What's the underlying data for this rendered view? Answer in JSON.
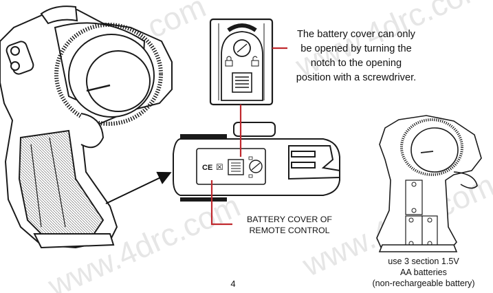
{
  "watermark": "www.4drc.com",
  "note": {
    "line1": "The battery cover can only",
    "line2": "be opened by turning the",
    "line3": "notch to the opening",
    "line4": "position with a screwdriver."
  },
  "cover_caption": {
    "line1": "BATTERY COVER OF",
    "line2": "REMOTE CONTROL"
  },
  "battery_caption": {
    "line1": "use 3 section 1.5V",
    "line2": "AA batteries",
    "line3": "(non-rechargeable battery)"
  },
  "cover_marks": {
    "ce": "CE",
    "bin": "☒"
  },
  "page_number": "4",
  "colors": {
    "callout_red": "#c0282d",
    "ink": "#1a1a1a"
  },
  "icons": [
    "lock-closed-icon",
    "lock-open-icon",
    "screw-notch-icon",
    "ce-mark-icon",
    "weee-bin-icon"
  ]
}
